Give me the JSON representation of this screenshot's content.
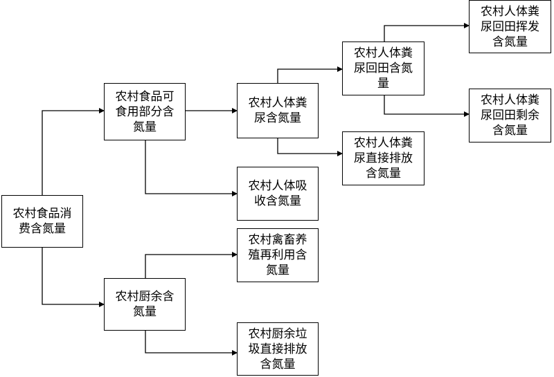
{
  "nodes": {
    "food_consumption": "农村食品消\n费含氮量",
    "edible_part": "农村食品可\n食用部分含\n氮量",
    "kitchen_waste": "农村厨余含\n氮量",
    "excreta": "农村人体粪\n尿含氮量",
    "body_absorb": "农村人体吸\n收含氮量",
    "livestock_reuse": "农村禽畜养\n殖再利用含\n氮量",
    "waste_discharge": "农村厨余垃\n圾直接排放\n含氮量",
    "excreta_field": "农村人体粪\n尿回田含氮\n量",
    "excreta_discharge": "农村人体粪\n尿直接排放\n含氮量",
    "field_volatile": "农村人体粪\n尿回田挥发\n含氮量",
    "field_residual": "农村人体粪\n尿回田剩余\n含氮量"
  }
}
